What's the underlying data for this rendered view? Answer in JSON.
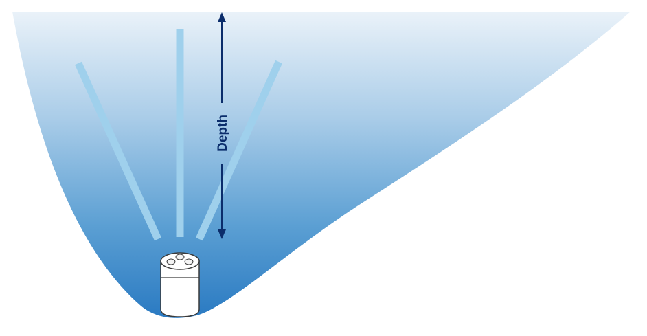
{
  "diagram": {
    "depth_label": "Depth",
    "colors": {
      "water_top": "#e6f0f8",
      "water_bottom": "#2a7fc4",
      "beam": "#9fd0ec",
      "arrow": "#0b2d6b",
      "device_outline": "#3a3a3a",
      "device_body": "#ffffff"
    },
    "elements": {
      "water_body": "water-basin",
      "beams": [
        "beam-left",
        "beam-center",
        "beam-right"
      ],
      "device": "acoustic-sensor-device",
      "measurement": "depth-arrow"
    }
  }
}
